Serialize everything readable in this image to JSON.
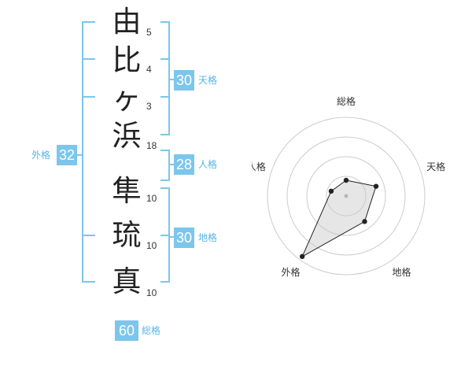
{
  "name_chars": [
    {
      "char": "由",
      "strokes": "5"
    },
    {
      "char": "比",
      "strokes": "4"
    },
    {
      "char": "ヶ",
      "strokes": "3"
    },
    {
      "char": "浜",
      "strokes": "18"
    },
    {
      "char": "隼",
      "strokes": "10"
    },
    {
      "char": "琉",
      "strokes": "10"
    },
    {
      "char": "真",
      "strokes": "10"
    }
  ],
  "fortunes": {
    "tenkaku": {
      "label": "天格",
      "value": "30"
    },
    "jinkaku": {
      "label": "人格",
      "value": "28"
    },
    "chikaku": {
      "label": "地格",
      "value": "30"
    },
    "gaikaku": {
      "label": "外格",
      "value": "32"
    },
    "soukaku": {
      "label": "総格",
      "value": "60"
    }
  },
  "colors": {
    "accent": "#7cc6ec",
    "label": "#5ab4e5",
    "radar_fill": "rgba(200,200,200,0.45)",
    "radar_stroke": "#222222"
  },
  "chart_data": {
    "type": "radar",
    "axes": [
      "総格",
      "天格",
      "地格",
      "外格",
      "人格"
    ],
    "values": [
      0.2,
      0.4,
      0.4,
      0.95,
      0.2
    ],
    "rings": 4,
    "range": [
      0,
      1
    ]
  }
}
